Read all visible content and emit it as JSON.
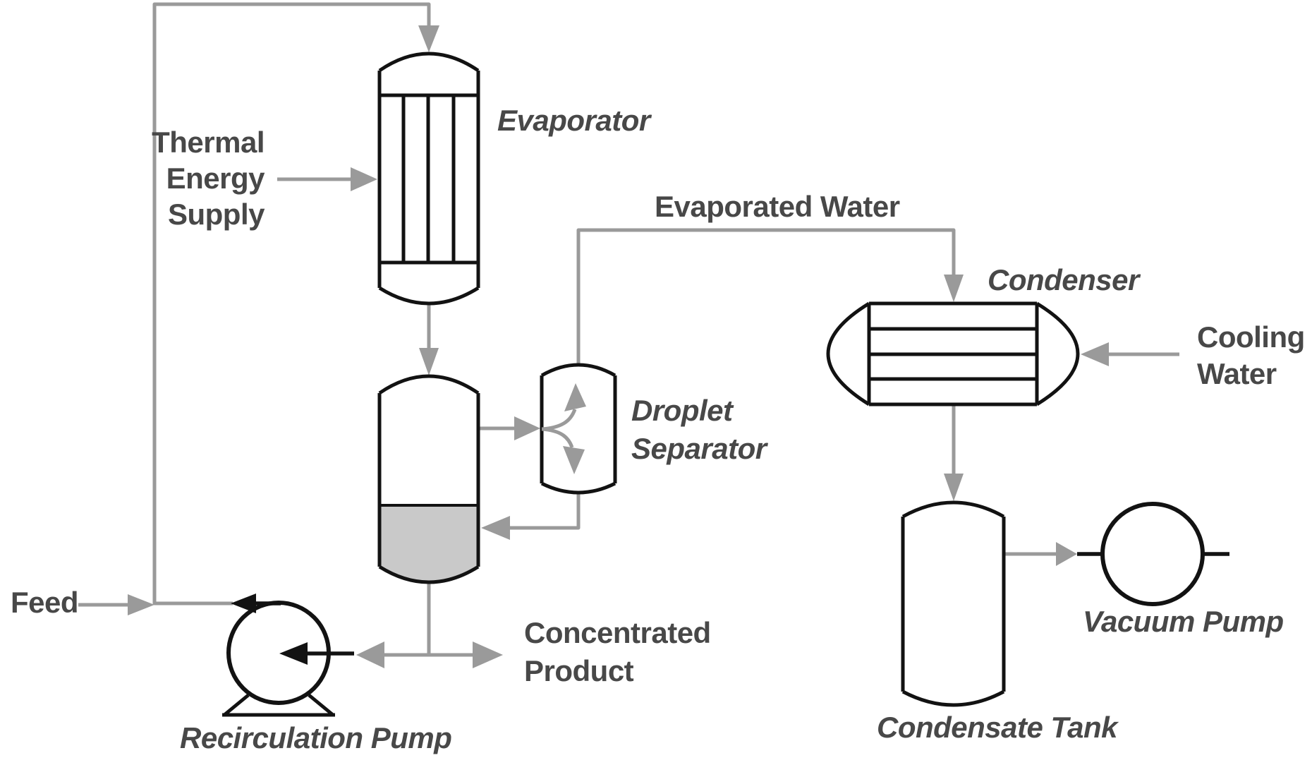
{
  "labels": {
    "feed": "Feed",
    "thermal_energy_supply": {
      "line1": "Thermal",
      "line2": "Energy",
      "line3": "Supply"
    },
    "evaporator": "Evaporator",
    "evaporated_water": "Evaporated Water",
    "droplet_separator": {
      "line1": "Droplet",
      "line2": "Separator"
    },
    "condenser": "Condenser",
    "cooling_water": {
      "line1": "Cooling",
      "line2": "Water"
    },
    "concentrated_product": {
      "line1": "Concentrated",
      "line2": "Product"
    },
    "recirculation_pump": "Recirculation Pump",
    "vacuum_pump": "Vacuum Pump",
    "condensate_tank": "Condensate Tank"
  },
  "colors": {
    "background": "#ffffff",
    "flow_line": "#9a9a9a",
    "equipment_outline": "#121212",
    "liquid_fill": "#c9c9c9",
    "label_text": "#484848"
  }
}
